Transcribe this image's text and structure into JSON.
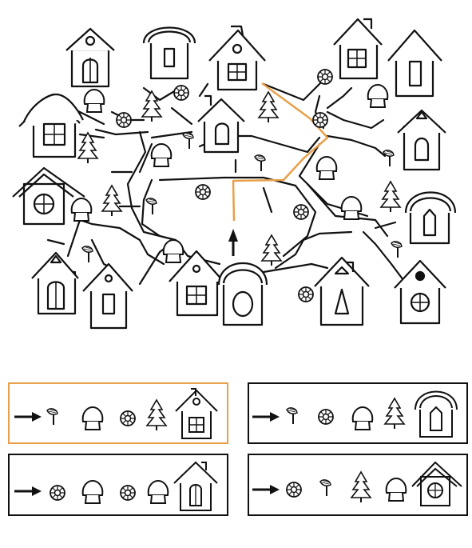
{
  "puzzle": {
    "start_marker": "arrow-up-icon",
    "highlight_color": "#E8A04A",
    "ink_color": "#111111",
    "highlighted_path_present": true
  },
  "answer_cards": [
    {
      "id": "card-1",
      "selected": true,
      "sequence": [
        "arrow-right-icon",
        "axe-icon",
        "mushroom-icon",
        "flower-icon",
        "pine-tree-icon",
        "house-triangle-roof-square-window-icon"
      ]
    },
    {
      "id": "card-2",
      "selected": false,
      "sequence": [
        "arrow-right-icon",
        "axe-icon",
        "flower-icon",
        "mushroom-icon",
        "pine-tree-icon",
        "house-arched-roof-rect-window-icon"
      ]
    },
    {
      "id": "card-3",
      "selected": false,
      "sequence": [
        "arrow-right-icon",
        "flower-icon",
        "mushroom-icon",
        "flower-icon",
        "mushroom-icon",
        "house-gable-arch-window-icon"
      ]
    },
    {
      "id": "card-4",
      "selected": false,
      "sequence": [
        "arrow-right-icon",
        "flower-icon",
        "axe-icon",
        "pine-tree-icon",
        "mushroom-icon",
        "house-round-window-icon"
      ]
    }
  ]
}
